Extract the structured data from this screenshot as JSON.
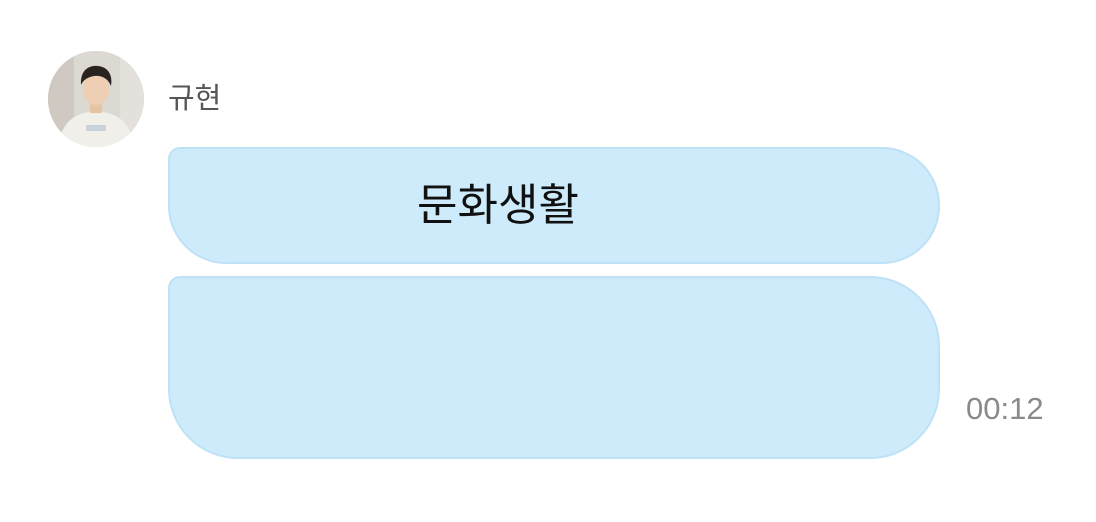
{
  "sender": {
    "name": "규현",
    "avatar_icon": "profile-photo"
  },
  "messages": [
    {
      "text": "문화생활"
    },
    {
      "text": ""
    }
  ],
  "timestamp": "00:12",
  "colors": {
    "bubble": "#cdebfb",
    "bubble_border": "#bfe1f6",
    "name_text": "#555555",
    "time_text": "#8a8a8a"
  }
}
